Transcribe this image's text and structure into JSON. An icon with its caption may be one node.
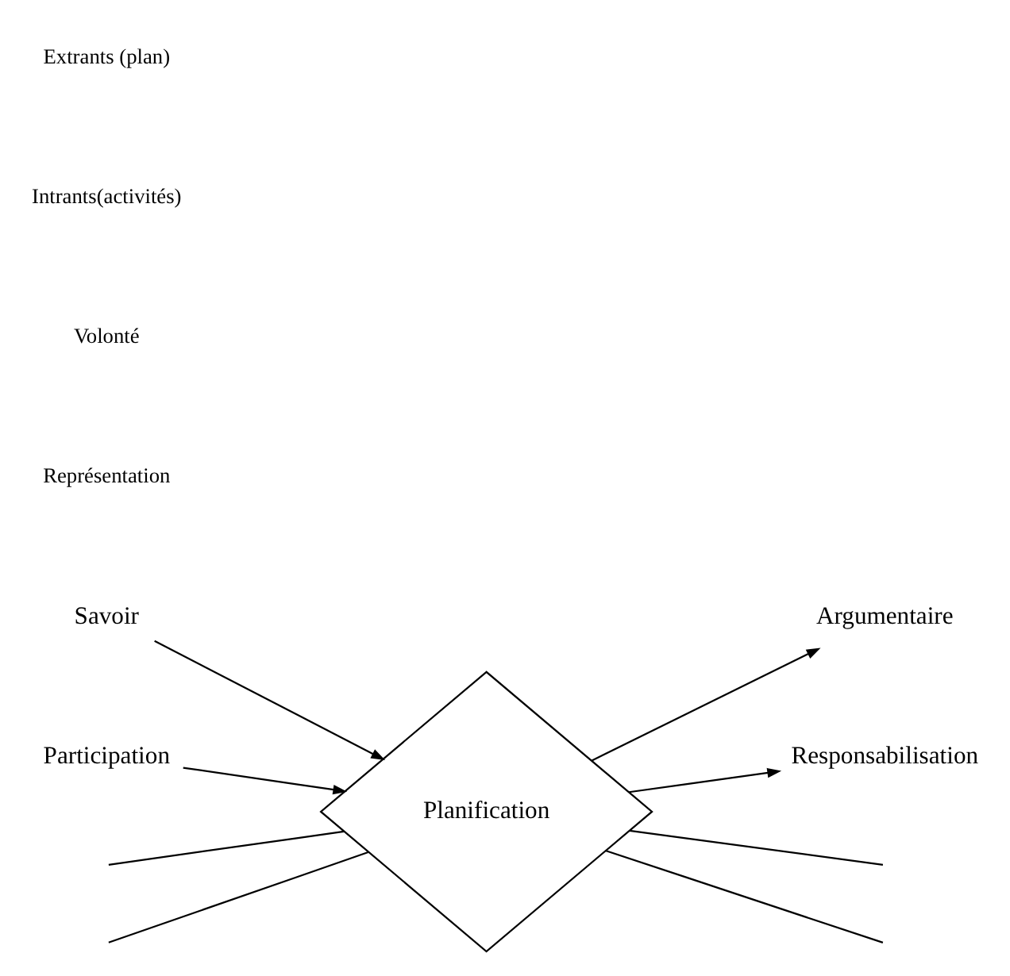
{
  "diagram": {
    "nodes": [
      {
        "text": [
          "Planification"
        ]
      },
      {
        "text": [
          "Savoir"
        ]
      },
      {
        "text": [
          "Argumentaire"
        ]
      },
      {
        "text": [
          "Participation"
        ]
      },
      {
        "text": [
          "Responsabilisation"
        ]
      }
    ],
    "edges": [
      {
        "from": 1,
        "to": 0,
        "arrow": "to"
      },
      {
        "from": 3,
        "to": 0,
        "arrow": "to"
      },
      {
        "from": 0,
        "to": 2,
        "arrow": "to"
      },
      {
        "from": 0,
        "to": 4,
        "arrow": "to"
      },
      {
        "from": null,
        "to": 0,
        "arrow": "none"
      },
      {
        "from": null,
        "to": 0,
        "arrow": "none"
      },
      {
        "from": 0,
        "to": null,
        "arrow": "none"
      },
      {
        "from": 0,
        "to": null,
        "arrow": "none"
      }
    ],
    "labels": [
      "Représentation",
      "Volonté",
      "Intrants(activités)",
      "Extrants (plan)"
    ]
  }
}
